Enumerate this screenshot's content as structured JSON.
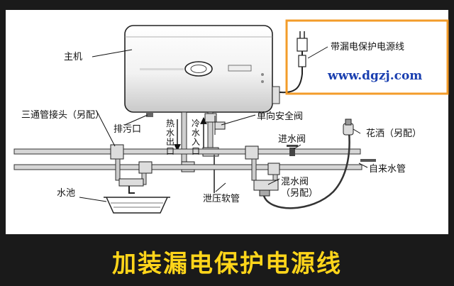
{
  "labels": {
    "main_unit": "主机",
    "tee_joint": "三通管接头（另配）",
    "drain_outlet": "排污口",
    "hot_outlet": "热水出口",
    "cold_inlet": "冷水入口",
    "check_valve": "单向安全阀",
    "inlet_valve": "进水阀",
    "shower": "花洒（另配）",
    "water_main": "自来水管",
    "basin": "水池",
    "mixing_valve_1": "混水阀",
    "mixing_valve_2": "（另配）",
    "relief_hose": "泄压软管",
    "leakage_cord": "带漏电保护电源线"
  },
  "watermark": "www.dgzj.com",
  "banner": "加装漏电保护电源线",
  "colors": {
    "highlight": "#f39c2a",
    "banner": "#ffd51a",
    "watermark": "#1a3fb0"
  }
}
